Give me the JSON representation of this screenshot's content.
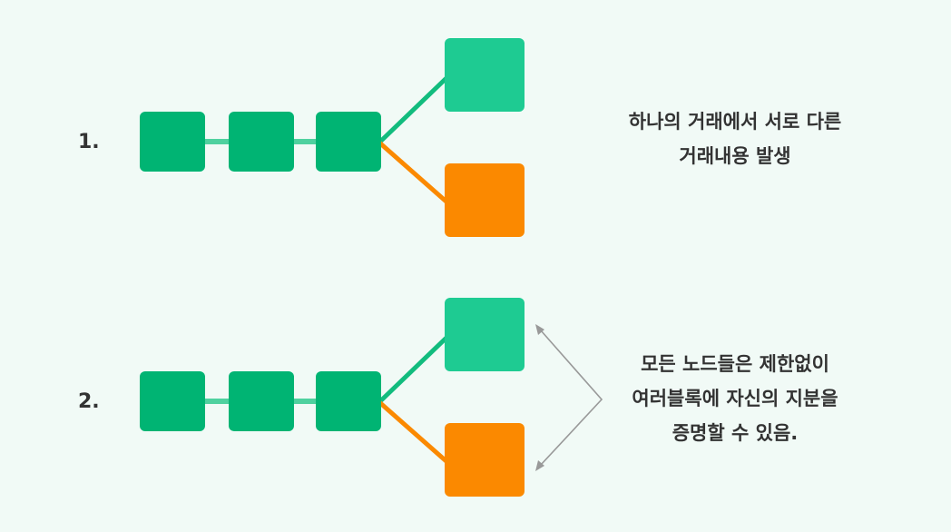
{
  "colors": {
    "background": "#f1faf6",
    "chain_block": "#00b473",
    "chain_link": "#4fd19f",
    "branch_green_block": "#1ecb92",
    "branch_green_line": "#12bc7e",
    "branch_orange": "#fb8900",
    "arrow": "#999999",
    "text": "#333333"
  },
  "rows": [
    {
      "label": "1.",
      "description_lines": [
        "하나의 거래에서 서로 다른",
        "거래내용 발생"
      ]
    },
    {
      "label": "2.",
      "description_lines": [
        "모든 노드들은 제한없이",
        "여러블록에 자신의 지분을",
        "증명할 수 있음."
      ]
    }
  ]
}
